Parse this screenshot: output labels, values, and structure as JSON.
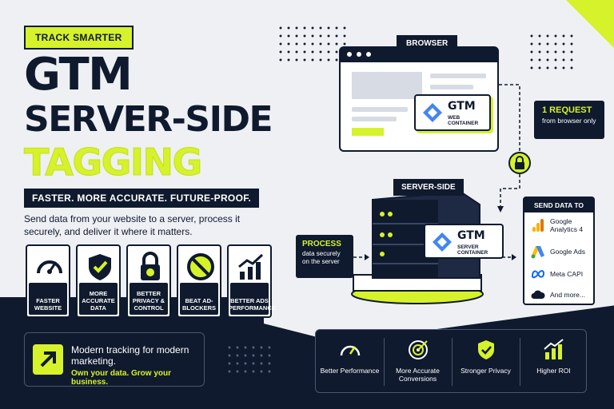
{
  "badge": "TRACK SMARTER",
  "title": {
    "line1": "GTM",
    "line2": "SERVER-SIDE",
    "line3": "TAGGING"
  },
  "tagline": "FASTER. MORE ACCURATE. FUTURE-PROOF.",
  "description": "Send data from your website to a server, process it securely, and deliver it where it matters.",
  "features": [
    {
      "icon": "gauge-icon",
      "label": "FASTER WEBSITE"
    },
    {
      "icon": "shield-check-icon",
      "label": "MORE ACCURATE DATA"
    },
    {
      "icon": "lock-icon",
      "label": "BETTER PRIVACY & CONTROL"
    },
    {
      "icon": "block-icon",
      "label": "BEAT AD-BLOCKERS"
    },
    {
      "icon": "bar-growth-icon",
      "label": "BETTER ADS PERFORMANCE"
    }
  ],
  "promo": {
    "line1": "Modern tracking for modern marketing.",
    "line2": "Own your data. Grow your business."
  },
  "browser": {
    "label": "BROWSER",
    "gtm_title": "GTM",
    "gtm_sub": "WEB CONTAINER"
  },
  "request": {
    "title": "1 REQUEST",
    "text": "from browser only"
  },
  "server": {
    "label": "SERVER-SIDE",
    "gtm_title": "GTM",
    "gtm_sub": "SERVER CONTAINER"
  },
  "process": {
    "title": "PROCESS",
    "text": "data securely on the server"
  },
  "send": {
    "header": "SEND DATA TO",
    "destinations": [
      {
        "icon": "google-analytics-icon",
        "label": "Google Analytics 4"
      },
      {
        "icon": "google-ads-icon",
        "label": "Google Ads"
      },
      {
        "icon": "meta-icon",
        "label": "Meta CAPI"
      },
      {
        "icon": "cloud-icon",
        "label": "And more..."
      }
    ]
  },
  "benefits": [
    {
      "icon": "gauge-icon",
      "label": "Better Performance"
    },
    {
      "icon": "target-icon",
      "label": "More Accurate Conversions"
    },
    {
      "icon": "shield-check-icon",
      "label": "Stronger Privacy"
    },
    {
      "icon": "growth-icon",
      "label": "Higher ROI"
    }
  ],
  "colors": {
    "navy": "#0f1a2e",
    "lime": "#d6f22a",
    "background": "#eef0f4",
    "google_blue": "#4285f4"
  }
}
